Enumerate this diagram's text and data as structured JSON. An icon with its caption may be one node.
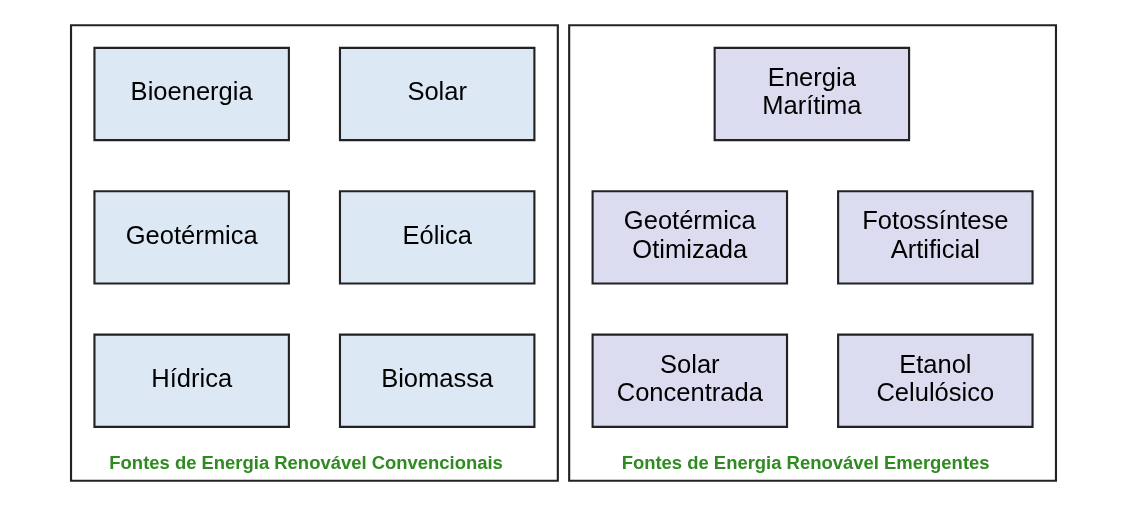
{
  "diagram": {
    "nodes": [
      {
        "text": [
          "Fontes de Energia Renovável Convencionais"
        ]
      },
      {
        "text": [
          "Solar"
        ],
        "in": 0
      },
      {
        "text": [
          "Bioenergia"
        ],
        "in": 0
      },
      {
        "text": [
          "Eólica"
        ],
        "in": 0
      },
      {
        "text": [
          "Geotérmica"
        ],
        "in": 0
      },
      {
        "text": [
          "Biomassa"
        ],
        "in": 0
      },
      {
        "text": [
          "Hídrica"
        ],
        "in": 0
      },
      {
        "text": [
          "Fontes de Energia Renovável Emergentes"
        ]
      },
      {
        "text": [
          "Energia Marítima"
        ],
        "in": 7
      },
      {
        "text": [
          "Geotérmica Otimizada"
        ],
        "in": 7
      },
      {
        "text": [
          "Fotossíntese Artificial"
        ],
        "in": 7
      },
      {
        "text": [
          "Solar Concentrada"
        ],
        "in": 7
      },
      {
        "text": [
          "Etanol Celulósico"
        ],
        "in": 7
      }
    ],
    "edges": []
  }
}
